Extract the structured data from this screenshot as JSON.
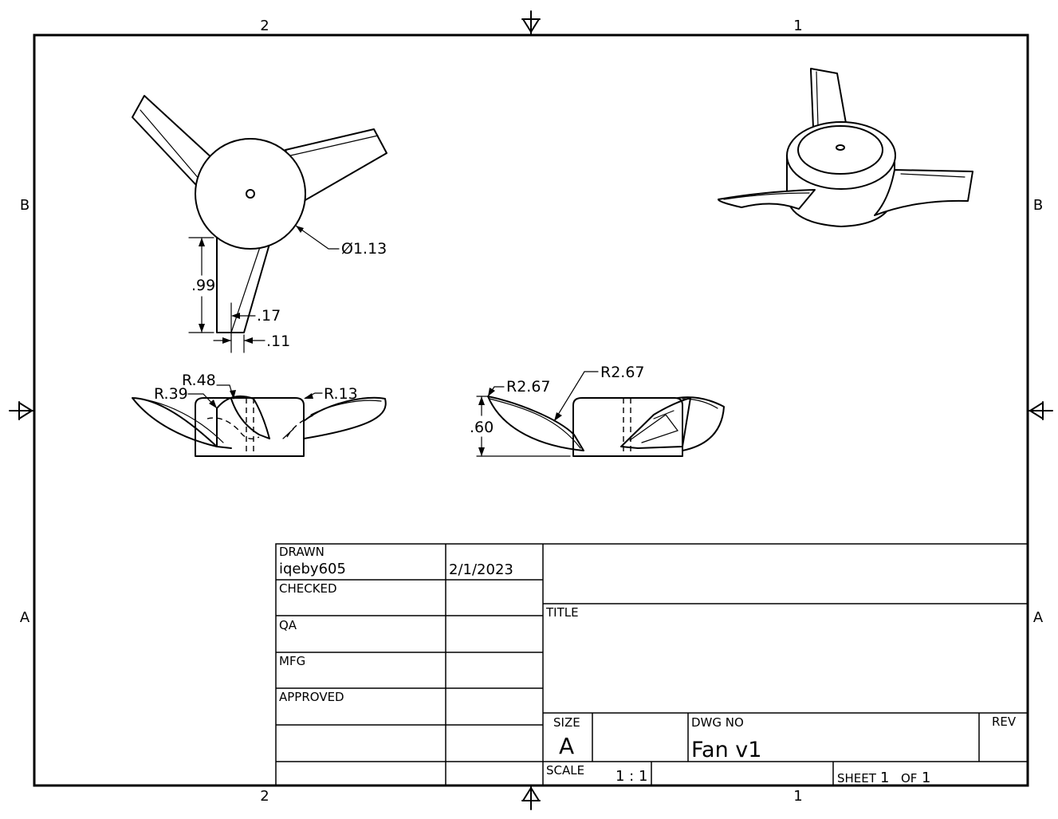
{
  "zone_labels": {
    "top_left": "2",
    "top_right": "1",
    "bottom_left": "2",
    "bottom_right": "1",
    "left_upper": "B",
    "left_lower": "A",
    "right_upper": "B",
    "right_lower": "A"
  },
  "dimensions": {
    "hub_diameter": "Ø1.13",
    "blade_length": ".99",
    "blade_tip_offset": ".17",
    "blade_width": ".11",
    "radius_r48": "R.48",
    "radius_r39": "R.39",
    "radius_r13": "R.13",
    "radius_r267_a": "R2.67",
    "radius_r267_b": "R2.67",
    "height": ".60"
  },
  "title_block": {
    "drawn_label": "DRAWN",
    "drawn_by": "iqeby605",
    "drawn_date": "2/1/2023",
    "checked_label": "CHECKED",
    "qa_label": "QA",
    "mfg_label": "MFG",
    "approved_label": "APPROVED",
    "title_label": "TITLE",
    "size_label": "SIZE",
    "size_value": "A",
    "dwg_no_label": "DWG NO",
    "dwg_no_value": "Fan v1",
    "rev_label": "REV",
    "scale_label": "SCALE",
    "scale_value": "1 : 1",
    "sheet_label": "SHEET",
    "sheet_number": "1",
    "of_label": "OF",
    "sheet_total": "1"
  }
}
